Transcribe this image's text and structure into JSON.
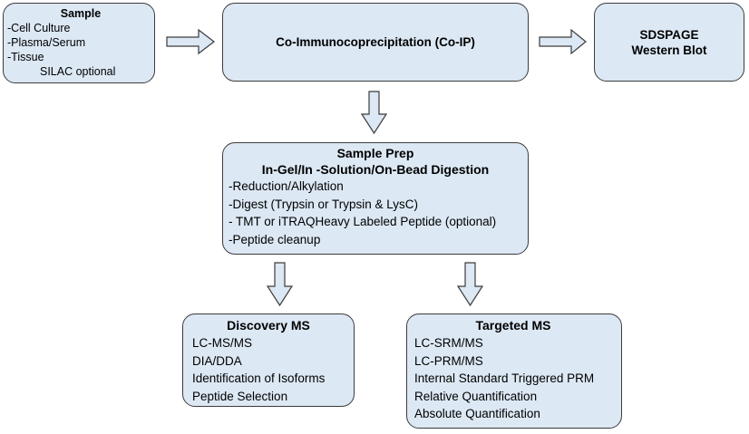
{
  "sample": {
    "title": "Sample",
    "items": [
      "-Cell Culture",
      "-Plasma/Serum",
      "-Tissue"
    ],
    "note": "SILAC optional"
  },
  "coip": {
    "title": "Co-Immunocoprecipitation (Co-IP)"
  },
  "sdspage": {
    "line1": "SDSPAGE",
    "line2": "Western Blot"
  },
  "sample_prep": {
    "title": "Sample Prep",
    "subtitle": "In-Gel/In -Solution/On-Bead Digestion",
    "items": [
      "-Reduction/Alkylation",
      "-Digest (Trypsin or Trypsin & LysC)",
      "- TMT or iTRAQHeavy Labeled Peptide (optional)",
      "-Peptide cleanup"
    ]
  },
  "discovery": {
    "title": "Discovery MS",
    "items": [
      "LC-MS/MS",
      "DIA/DDA",
      "Identification of Isoforms",
      "Peptide Selection"
    ]
  },
  "targeted": {
    "title": "Targeted MS",
    "items": [
      "LC-SRM/MS",
      "LC-PRM/MS",
      "Internal Standard Triggered PRM",
      "Relative Quantification",
      "Absolute Quantification"
    ]
  },
  "colors": {
    "box_fill": "#dce8f4",
    "box_stroke": "#3c3c3c",
    "arrow_fill": "#dce8f4"
  }
}
